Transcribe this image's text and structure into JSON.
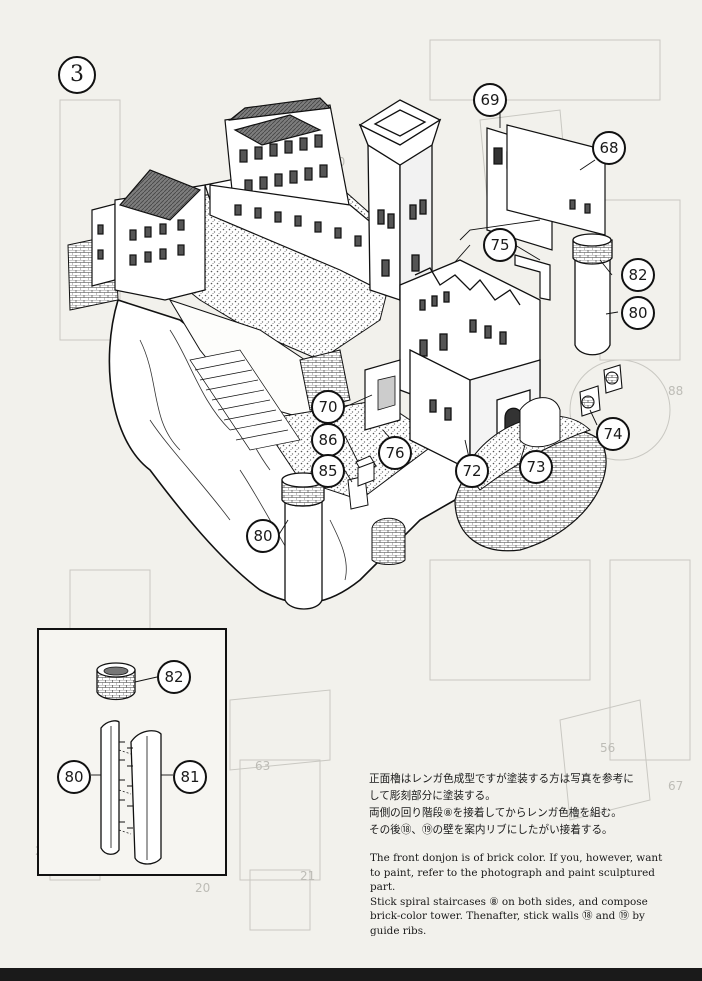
{
  "step_number": "3",
  "callouts": {
    "c69": "69",
    "c68": "68",
    "c75": "75",
    "c82": "82",
    "c80_right": "80",
    "c74": "74",
    "c70": "70",
    "c86": "86",
    "c85": "85",
    "c76": "76",
    "c72": "72",
    "c73": "73",
    "c80_left": "80",
    "inset_82": "82",
    "inset_80": "80",
    "inset_81": "81"
  },
  "instructions": {
    "jp_line1": "正面櫓はレンガ色成型ですが塗装する方は写真を参考に",
    "jp_line2": "して彫刻部分に塗装する。",
    "jp_line3": "両側の回り階段⑧を接着してからレンガ色櫓を組む。",
    "jp_line4": "その後⑱、⑲の壁を案内リブにしたがい接着する。",
    "en_line1": "The front donjon is of brick color. If you, however, want",
    "en_line2": "to paint, refer to the photograph and paint sculptured part.",
    "en_line3": "Stick spiral staircases ⑧ on both sides,   and compose",
    "en_line4": "brick-color tower. Thenafter,  stick walls ⑱  and ⑲ by",
    "en_line5": "guide ribs."
  }
}
